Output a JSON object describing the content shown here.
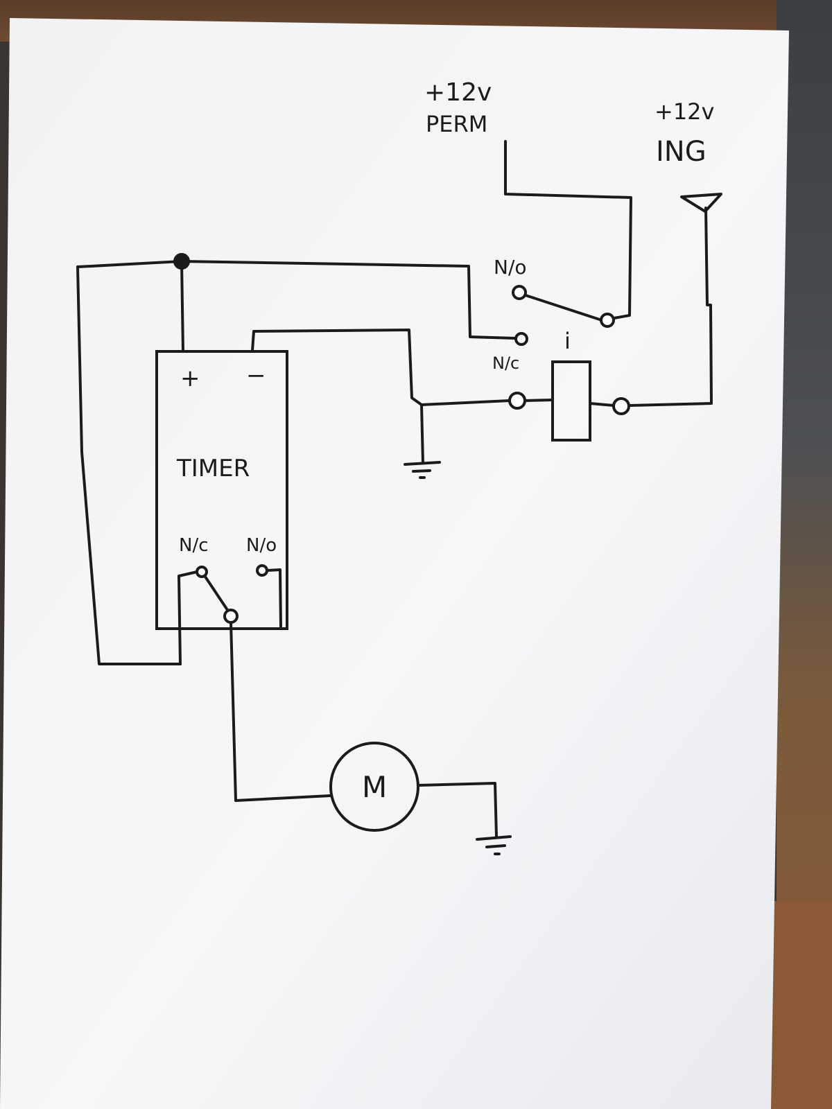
{
  "labels": {
    "perm_voltage": "+12v",
    "perm_name": "PERM",
    "ing_voltage": "+12v",
    "ing_name": "ING",
    "relay_no": "N/o",
    "relay_nc": "N/c",
    "relay_mark": "i",
    "timer_plus": "+",
    "timer_minus": "−",
    "timer_title": "TIMER",
    "timer_nc": "N/c",
    "timer_no": "N/o",
    "motor": "M"
  },
  "colors": {
    "ink": "#1b1b1b",
    "paper": "#f4f5f7"
  }
}
